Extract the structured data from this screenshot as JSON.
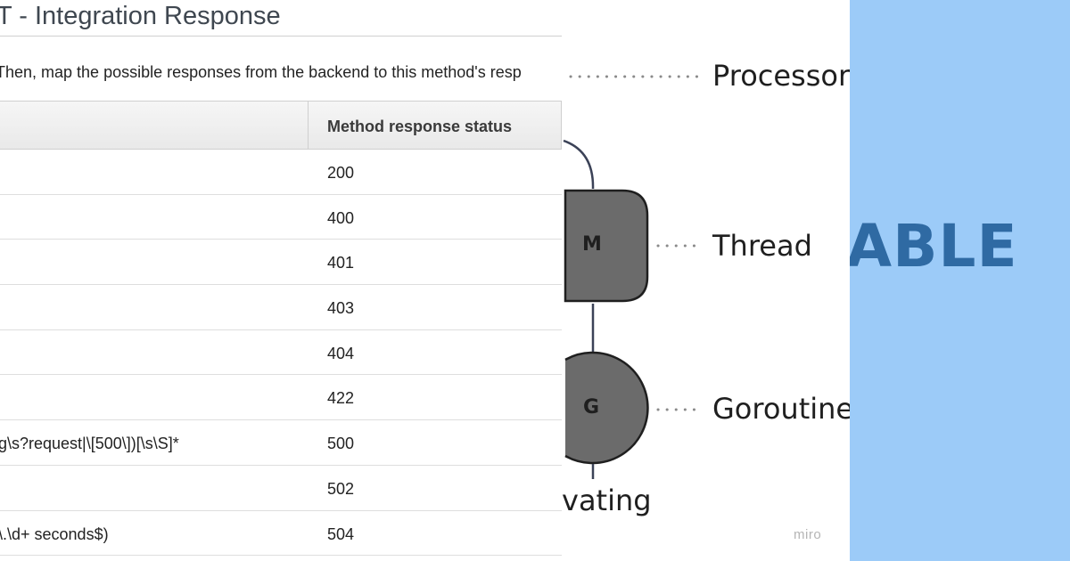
{
  "console": {
    "title": "T - Integration Response",
    "intro": "Then, map the possible responses from the backend to this method's resp",
    "table": {
      "columns": [
        "",
        "Method response status"
      ],
      "rows": [
        {
          "regex": "",
          "status": "200"
        },
        {
          "regex": "",
          "status": "400"
        },
        {
          "regex": "",
          "status": "401"
        },
        {
          "regex": "",
          "status": "403"
        },
        {
          "regex": "",
          "status": "404"
        },
        {
          "regex": "",
          "status": "422"
        },
        {
          "regex": "g\\s?request|\\[500\\])[\\s\\S]*",
          "status": "500"
        },
        {
          "regex": "",
          "status": "502"
        },
        {
          "regex": "\\.\\d+ seconds$)",
          "status": "504"
        }
      ]
    }
  },
  "diagram": {
    "labels": {
      "processor": "Processor",
      "thread": "Thread",
      "goroutine": "Goroutine",
      "waiting": "vating"
    },
    "nodes": {
      "m": "M",
      "g": "G"
    },
    "watermark": "miro",
    "colors": {
      "node_fill": "#6b6b6b",
      "connector": "#3b4257",
      "dots": "#8a8a8a"
    }
  },
  "blue_panel": {
    "word": "ABLE",
    "colors": {
      "background": "#9ccbf8",
      "text": "#2f6aa3"
    }
  }
}
